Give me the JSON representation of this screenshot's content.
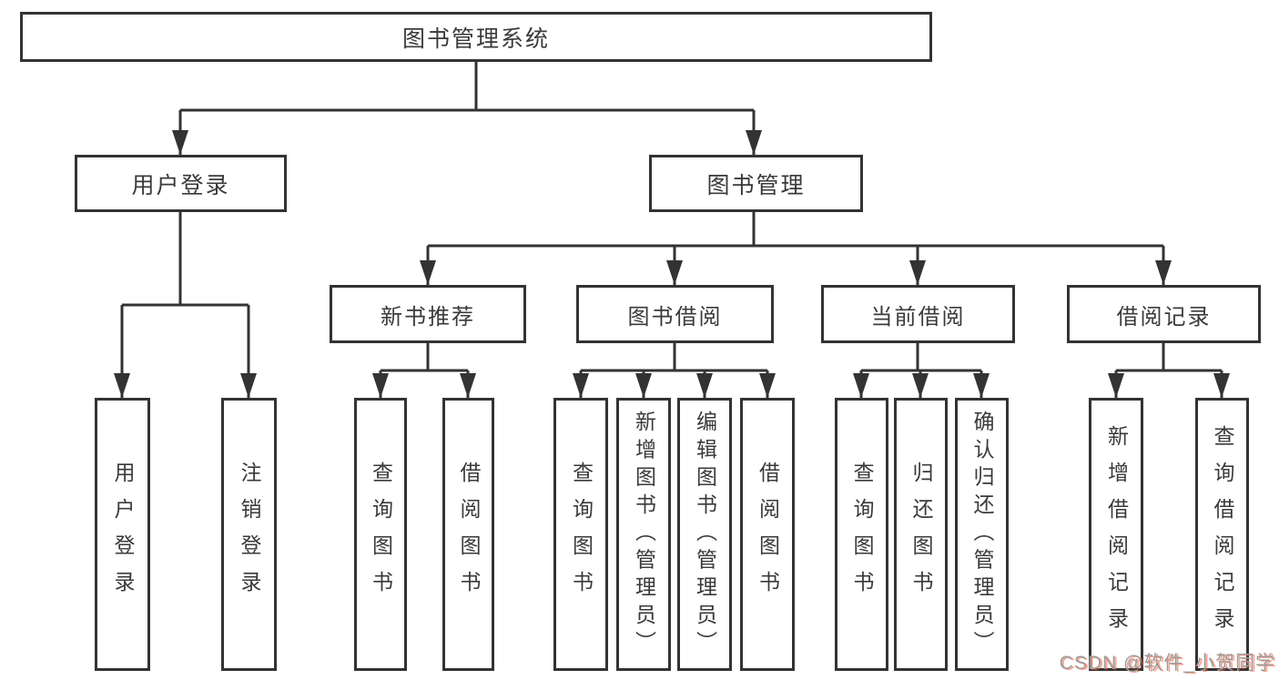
{
  "colors": {
    "node_border": "#333333",
    "node_text": "#3a3a3a",
    "connector": "#333333",
    "background": "#ffffff",
    "watermark_gray": "#9c9c9c",
    "watermark_red": "#fc5531"
  },
  "tree": {
    "label": "图书管理系统",
    "children": [
      {
        "label": "用户登录",
        "children": [
          {
            "label": "用户登录"
          },
          {
            "label": "注销登录"
          }
        ]
      },
      {
        "label": "图书管理",
        "children": [
          {
            "label": "新书推荐",
            "children": [
              {
                "label": "查询图书"
              },
              {
                "label": "借阅图书"
              }
            ]
          },
          {
            "label": "图书借阅",
            "children": [
              {
                "label": "查询图书"
              },
              {
                "label": "新增图书（管理员）"
              },
              {
                "label": "编辑图书（管理员）"
              },
              {
                "label": "借阅图书"
              }
            ]
          },
          {
            "label": "当前借阅",
            "children": [
              {
                "label": "查询图书"
              },
              {
                "label": "归还图书"
              },
              {
                "label": "确认归还（管理员）"
              }
            ]
          },
          {
            "label": "借阅记录",
            "children": [
              {
                "label": "新增借阅记录"
              },
              {
                "label": "查询借阅记录"
              }
            ]
          }
        ]
      }
    ]
  },
  "watermark": {
    "text": "CSDN @软件_小贺同学"
  }
}
